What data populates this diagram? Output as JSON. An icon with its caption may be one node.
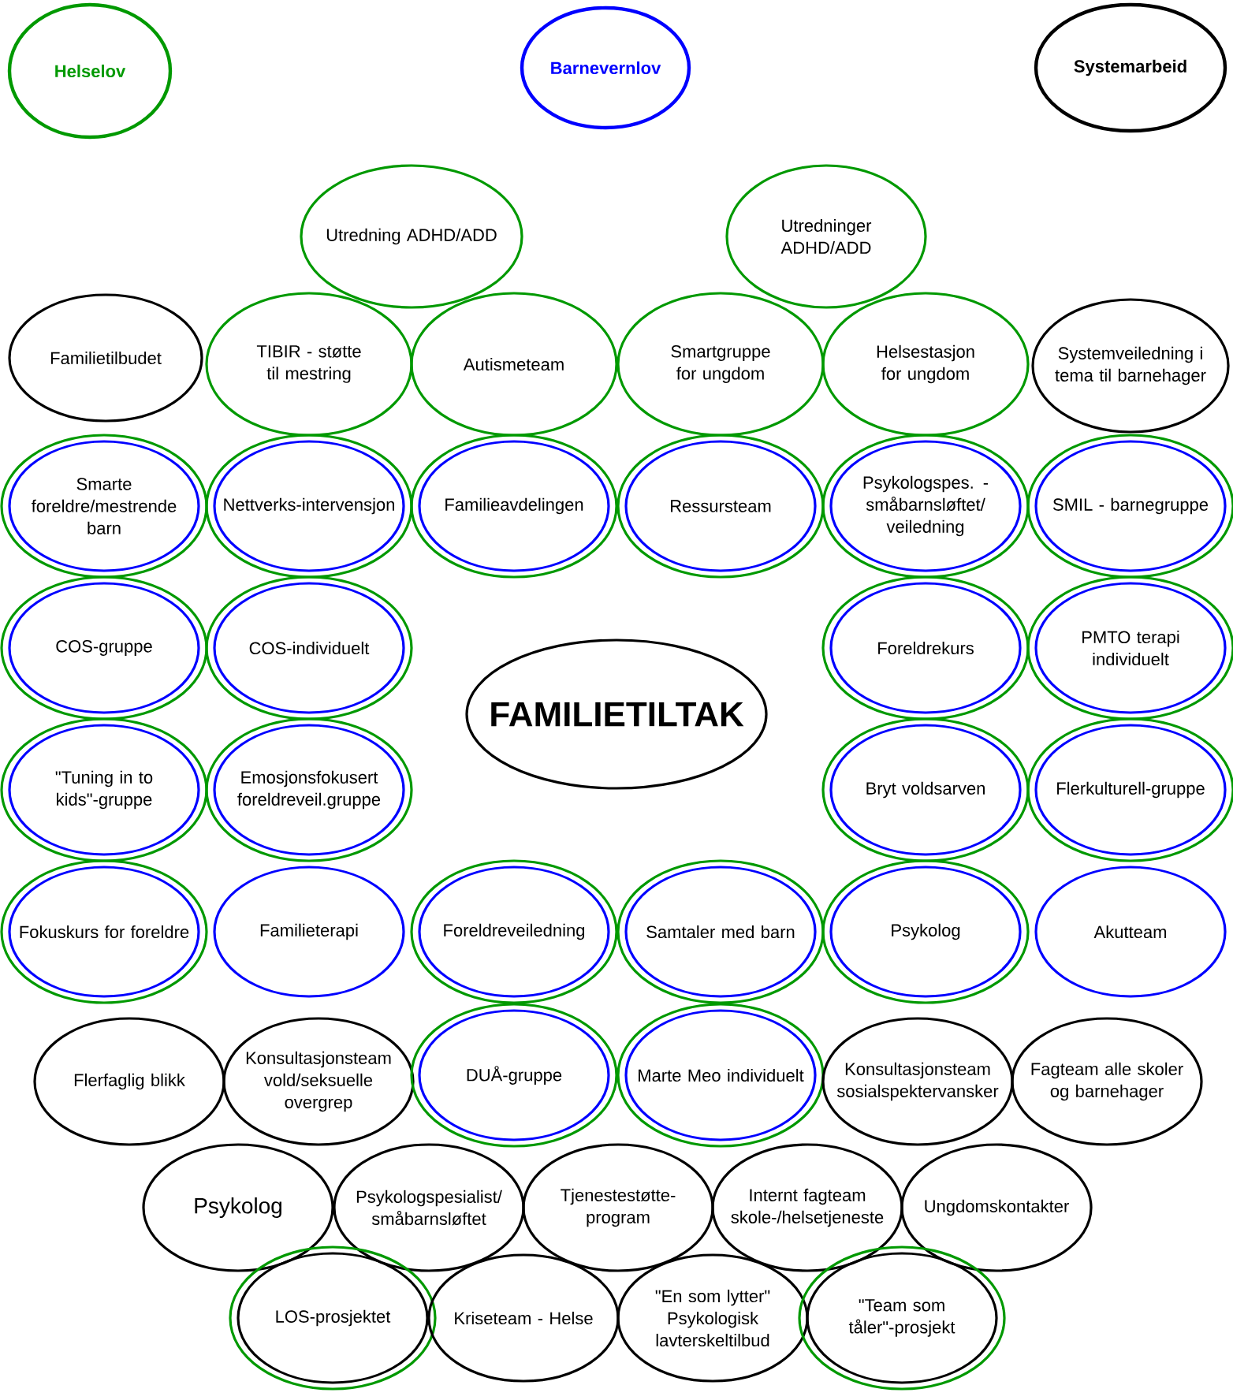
{
  "diagram": {
    "nodes": [
      {
        "text": [
          "Utredning ADHD/ADD"
        ]
      },
      {
        "text": [
          "Utredninger ADHD/ADD"
        ]
      },
      {
        "text": [
          "Familietilbudet"
        ]
      },
      {
        "text": [
          "TIBIR - støtte til mestring"
        ]
      },
      {
        "text": [
          "Autismeteam"
        ]
      },
      {
        "text": [
          "Smartgruppe for ungdom"
        ]
      },
      {
        "text": [
          "Helsestasjon for ungdom"
        ]
      },
      {
        "text": [
          "Systemveiledning i tema til barnehager"
        ]
      },
      {
        "text": [
          "Smarte foreldre/mestrende barn"
        ]
      },
      {
        "text": [
          "Nettverks-intervensjon"
        ]
      },
      {
        "text": [
          "Familieavdelingen"
        ]
      },
      {
        "text": [
          "Ressursteam"
        ]
      },
      {
        "text": [
          "Psykologspes. - småbarnsløftet/ veiledning"
        ]
      },
      {
        "text": [
          "SMIL - barnegruppe"
        ]
      },
      {
        "text": [
          "COS-gruppe"
        ]
      },
      {
        "text": [
          "COS-individuelt"
        ]
      },
      {
        "text": [
          "Foreldrekurs"
        ]
      },
      {
        "text": [
          "PMTO terapi individuelt"
        ]
      },
      {
        "text": [
          "FAMILIETILTAK"
        ]
      },
      {
        "text": [
          "\"Tuning in to kids\"-gruppe"
        ]
      },
      {
        "text": [
          "Emosjonsfokusert foreldreveil.gruppe"
        ]
      },
      {
        "text": [
          "Bryt voldsarven"
        ]
      },
      {
        "text": [
          "Flerkulturell-gruppe"
        ]
      },
      {
        "text": [
          "Fokuskurs for foreldre"
        ]
      },
      {
        "text": [
          "Familieterapi"
        ]
      },
      {
        "text": [
          "Foreldreveiledning"
        ]
      },
      {
        "text": [
          "Samtaler med barn"
        ]
      },
      {
        "text": [
          "Psykolog"
        ]
      },
      {
        "text": [
          "Akutteam"
        ]
      },
      {
        "text": [
          "Flerfaglig blikk"
        ]
      },
      {
        "text": [
          "Konsultasjonsteam vold/seksuelle overgrep"
        ]
      },
      {
        "text": [
          "DUÅ-gruppe"
        ]
      },
      {
        "text": [
          "Marte Meo individuelt"
        ]
      },
      {
        "text": [
          "Konsultasjonsteam sosialspektervansker"
        ]
      },
      {
        "text": [
          "Fagteam alle skoler og barnehager"
        ]
      },
      {
        "text": [
          "Psykolog"
        ]
      },
      {
        "text": [
          "Psykologspesialist/ småbarnsløftet"
        ]
      },
      {
        "text": [
          "Tjenestestøtte-program"
        ]
      },
      {
        "text": [
          "Internt fagteam skole-/helsetjeneste"
        ]
      },
      {
        "text": [
          "Ungdomskontakter"
        ]
      },
      {
        "text": [
          "LOS-prosjektet"
        ]
      },
      {
        "text": [
          "Kriseteam - Helse"
        ]
      },
      {
        "text": [
          "\"En som lytter\" Psykologisk lavterskeltilbud"
        ]
      },
      {
        "text": [
          "\"Team som tåler\"-prosjekt"
        ]
      }
    ],
    "legend": [
      {
        "text": "Helselov",
        "color": "#009900"
      },
      {
        "text": "Barnevernlov",
        "color": "#0000ff"
      },
      {
        "text": "Systemarbeid",
        "color": "#000000"
      }
    ]
  }
}
